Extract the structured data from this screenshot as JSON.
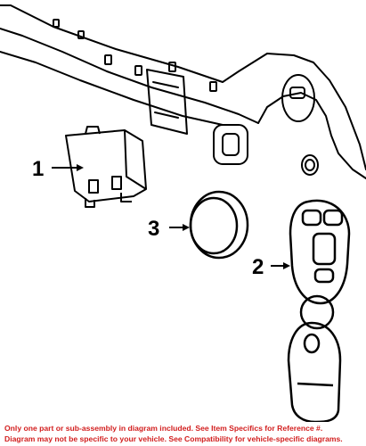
{
  "callouts": [
    {
      "number": "1"
    },
    {
      "number": "2"
    },
    {
      "number": "3"
    }
  ],
  "footer": {
    "line1": "Only one part or sub-assembly in diagram included. See Item Specifics for Reference #.",
    "line2": "Diagram may not be specific to your vehicle. See Compatibility for vehicle-specific diagrams."
  },
  "colors": {
    "line_art": "#000000",
    "background": "#ffffff",
    "footer_text": "#d21e1e"
  }
}
